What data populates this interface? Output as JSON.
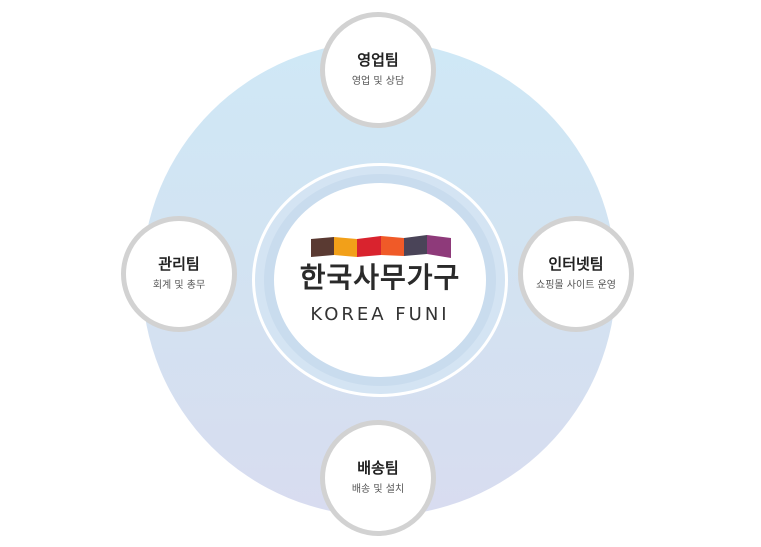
{
  "brand": {
    "name": "한국사무가구",
    "subtitle": "KOREA FUNI",
    "logo_colors": [
      "#5a3a32",
      "#f2a019",
      "#d9232e",
      "#f05a28",
      "#4a4458",
      "#8e3a7a"
    ]
  },
  "teams": {
    "top": {
      "name": "영업팀",
      "desc": "영업 및 상담"
    },
    "left": {
      "name": "관리팀",
      "desc": "회계 및 총무"
    },
    "right": {
      "name": "인터넷팀",
      "desc": "쇼핑몰 사이트 운영"
    },
    "bottom": {
      "name": "배송팀",
      "desc": "배송 및 설치"
    }
  }
}
